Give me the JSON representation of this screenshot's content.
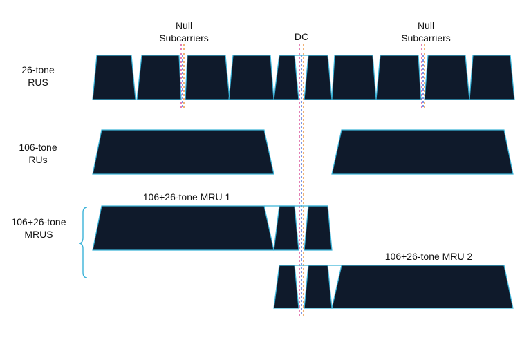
{
  "labels": {
    "null_left": "Null\nSubcarriers",
    "dc": "DC",
    "null_right": "Null\nSubcarriers",
    "row_26": "26-tone\nRUS",
    "row_106": "106-tone\nRUs",
    "row_mru": "106+26-tone\nMRUS",
    "mru1": "106+26-tone MRU 1",
    "mru2": "106+26-tone MRU 2"
  },
  "colors": {
    "block_fill": "#0f1a2b",
    "block_outline": "#3bb3d8",
    "dashed_pink": "#d63a8a",
    "dashed_orange": "#e8892b",
    "dashed_blue": "#3a5fd6",
    "bracket": "#3bb3d8"
  }
}
